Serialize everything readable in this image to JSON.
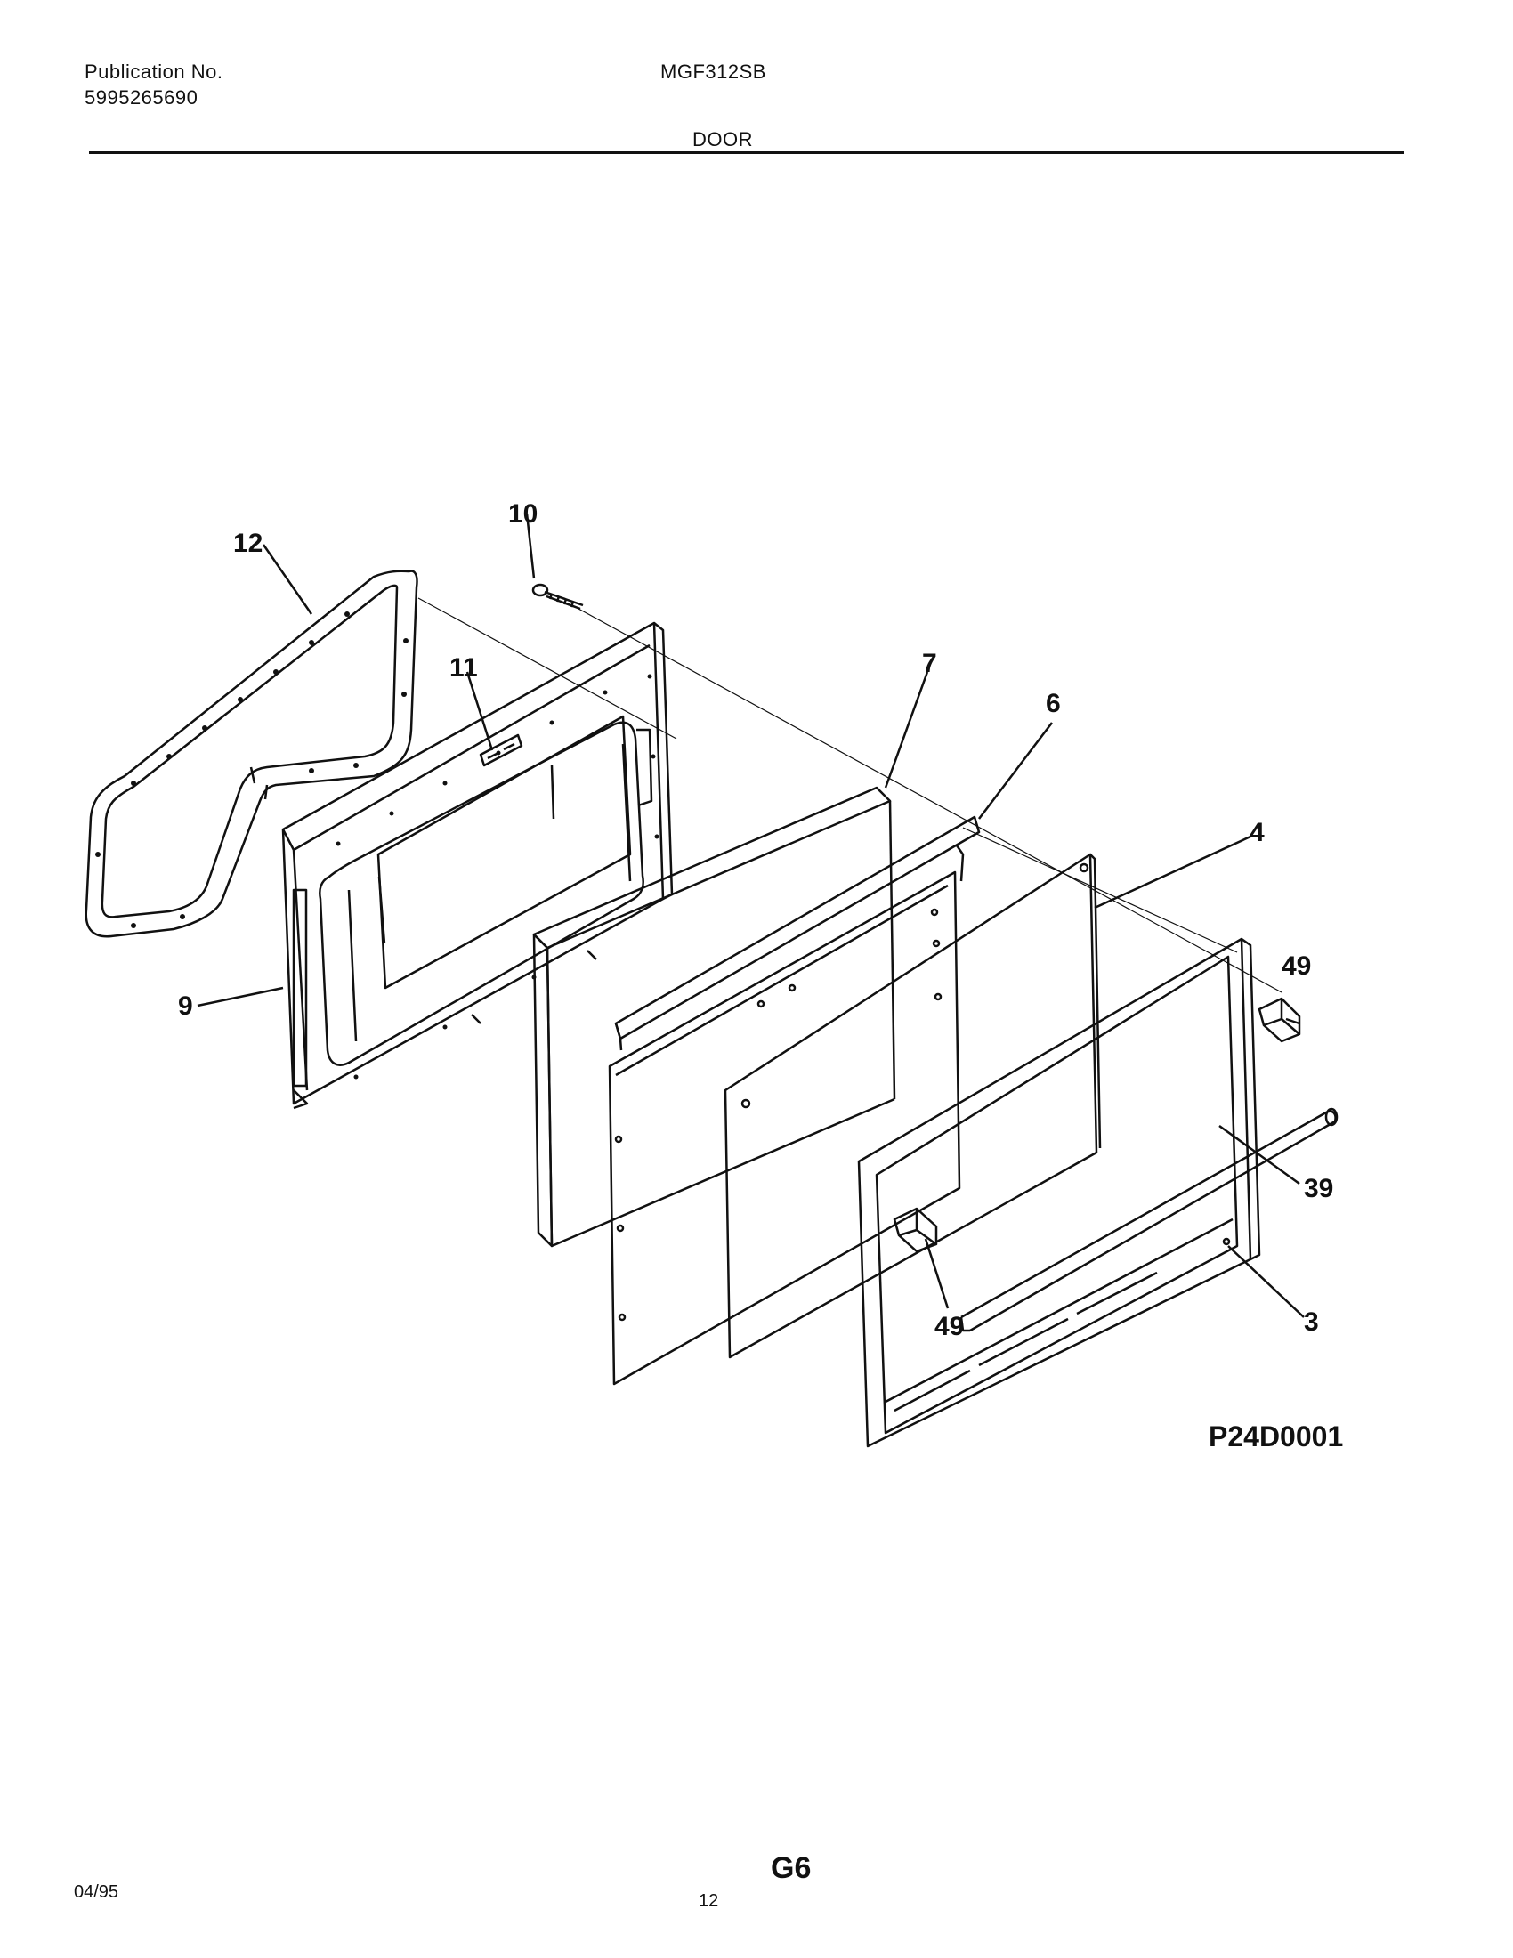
{
  "header": {
    "publication_label": "Publication No.",
    "publication_number": "5995265690",
    "model": "MGF312SB",
    "section_title": "DOOR"
  },
  "diagram": {
    "callouts": {
      "c12": "12",
      "c10": "10",
      "c11": "11",
      "c7": "7",
      "c6": "6",
      "c4": "4",
      "c49_top": "49",
      "c9": "9",
      "c39": "39",
      "c49_bottom": "49",
      "c3": "3"
    },
    "figure_code": "P24D0001"
  },
  "footer": {
    "date": "04/95",
    "page_number": "12",
    "section_code": "G6"
  }
}
